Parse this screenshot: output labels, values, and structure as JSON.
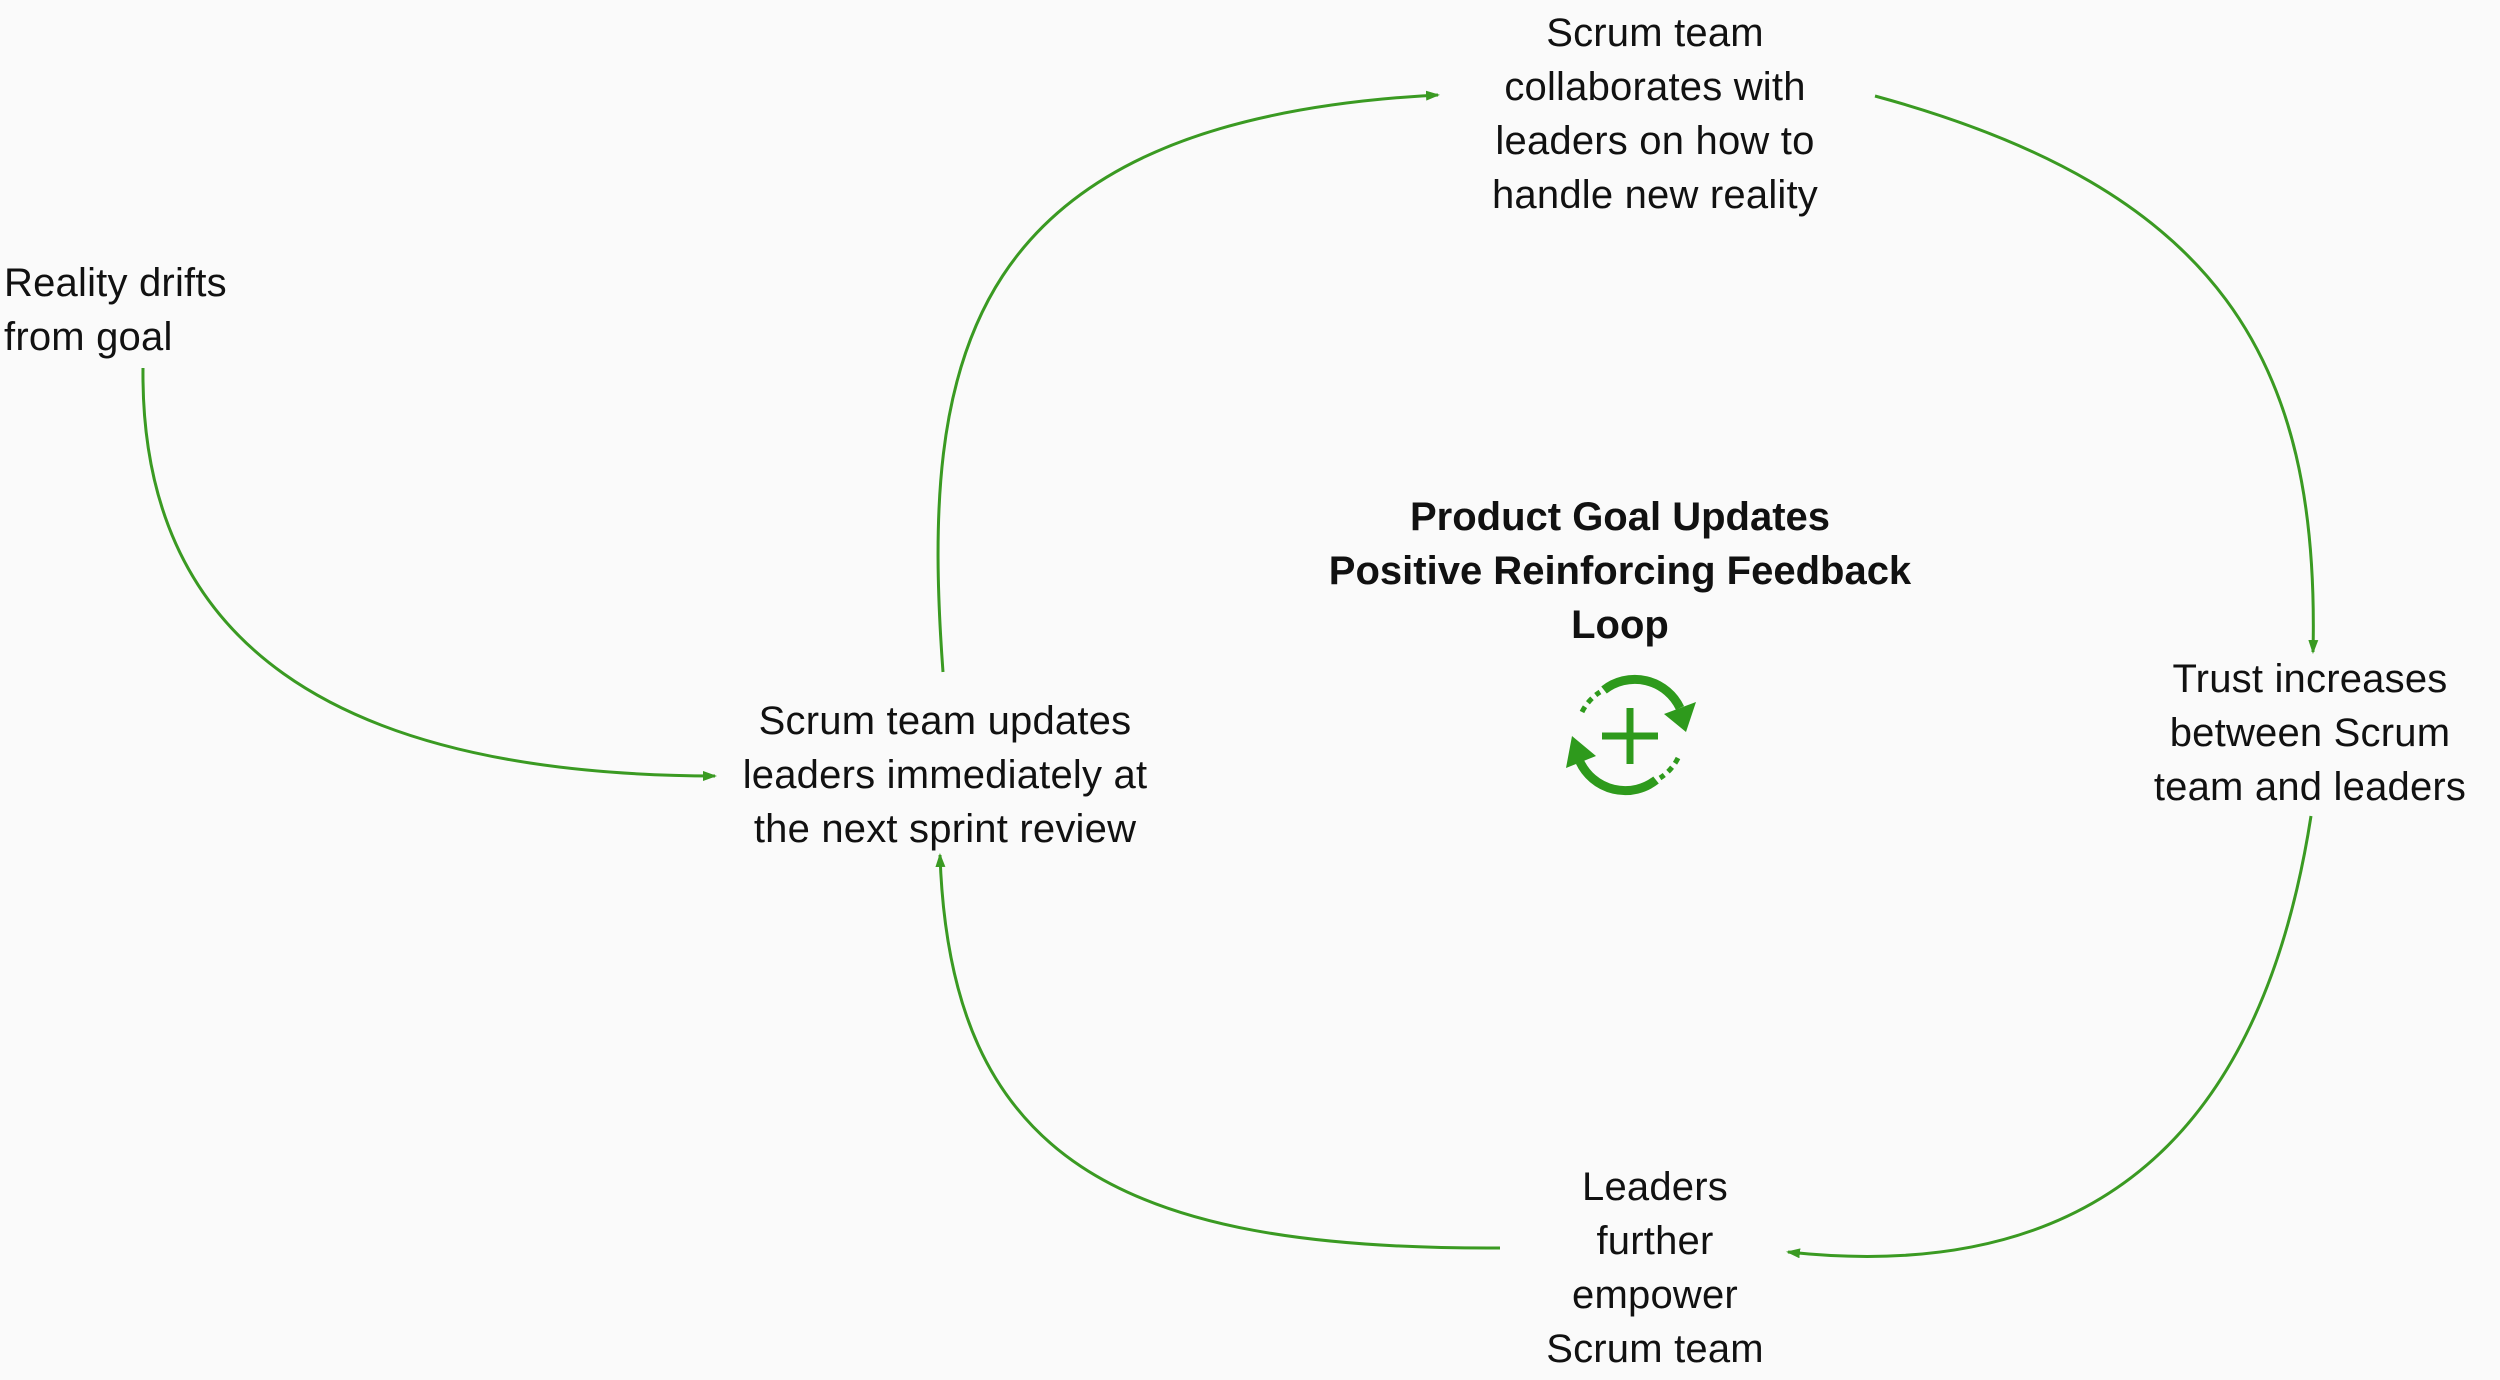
{
  "diagram": {
    "title": "Product Goal Updates\nPositive Reinforcing Feedback\nLoop",
    "nodes": {
      "reality_drifts": "Reality drifts\nfrom goal",
      "team_updates": "Scrum team updates\nleaders immediately at\nthe next sprint review",
      "team_collaborates": "Scrum team\ncollaborates with\nleaders on how to\nhandle new reality",
      "trust_increases": "Trust increases\nbetween Scrum\nteam and leaders",
      "leaders_empower": "Leaders\nfurther\nempower\nScrum team"
    },
    "edges": [
      {
        "from": "Reality drifts\nfrom goal",
        "to": "Scrum team updates\nleaders immediately at\nthe next sprint review"
      },
      {
        "from": "Scrum team updates\nleaders immediately at\nthe next sprint review",
        "to": "Scrum team\ncollaborates with\nleaders on how to\nhandle new reality"
      },
      {
        "from": "Scrum team\ncollaborates with\nleaders on how to\nhandle new reality",
        "to": "Trust increases\nbetween Scrum\nteam and leaders"
      },
      {
        "from": "Trust increases\nbetween Scrum\nteam and leaders",
        "to": "Leaders\nfurther\nempower\nScrum team"
      },
      {
        "from": "Leaders\nfurther\nempower\nScrum team",
        "to": "Scrum team updates\nleaders immediately at\nthe next sprint review"
      }
    ],
    "icon": "reinforcing-loop-plus-icon",
    "colors": {
      "arrow": "#3a9a22",
      "icon": "#2e9a1c",
      "text": "#111111",
      "background": "#fafafa"
    }
  }
}
